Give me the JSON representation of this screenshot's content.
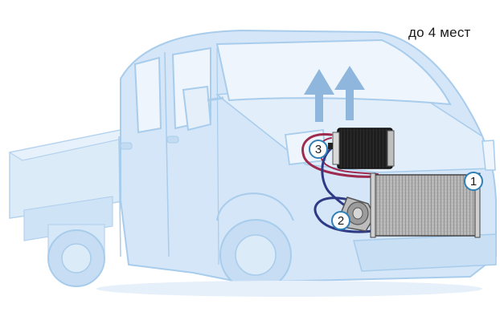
{
  "caption": "до 4 мест",
  "markers": [
    {
      "label": "1"
    },
    {
      "label": "2"
    },
    {
      "label": "3"
    }
  ],
  "colors": {
    "vehicle_fill": "#d4e6f7",
    "vehicle_outline": "#a8ccec",
    "airflow_arrow": "#8fb6dc",
    "hose_red": "#9e2a4e",
    "hose_blue": "#2f3a86",
    "condenser": "#8e8e8e",
    "evaporator": "#222222",
    "marker_ring": "#2f7fb8"
  },
  "icons": [
    "airflow-arrow-icon",
    "airflow-arrow-icon"
  ]
}
